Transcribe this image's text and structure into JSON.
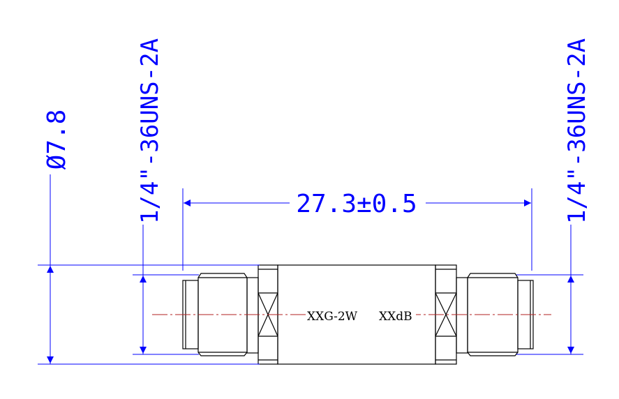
{
  "dimensions": {
    "diameter": "Ø7.8",
    "thread_left": "1/4\"-36UNS-2A",
    "thread_right": "1/4\"-36UNS-2A",
    "length": "27.3±0.5"
  },
  "part_marking": {
    "power": "XXG-2W",
    "attenuation": "XXdB"
  },
  "colors": {
    "dimension": "#0000ff",
    "outline": "#000000",
    "centerline": "#b22222"
  }
}
